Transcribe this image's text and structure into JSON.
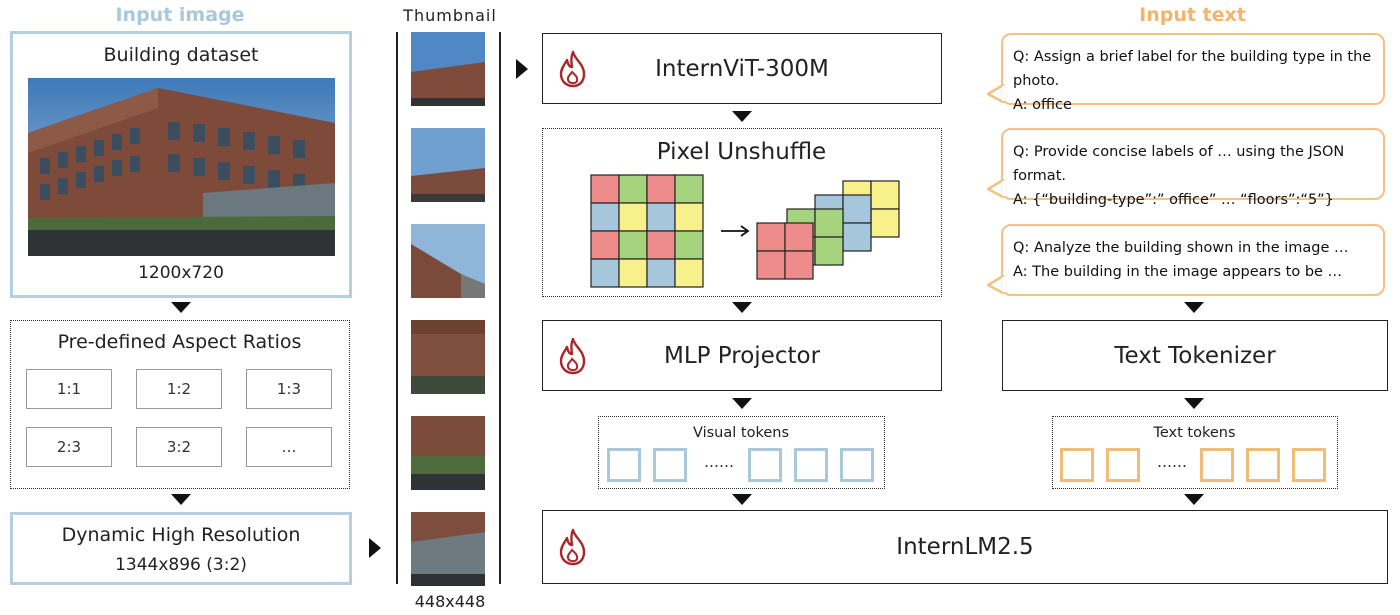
{
  "headers": {
    "input_image": "Input image",
    "thumbnail": "Thumbnail",
    "input_text": "Input text"
  },
  "input_image": {
    "dataset_label": "Building dataset",
    "size": "1200x720"
  },
  "aspect_ratios": {
    "title": "Pre-defined Aspect Ratios",
    "items": [
      "1:1",
      "1:2",
      "1:3",
      "2:3",
      "3:2",
      "…"
    ]
  },
  "dynamic_res": {
    "title": "Dynamic High Resolution",
    "size": "1344x896 (3:2)"
  },
  "thumb_size": "448x448",
  "pipeline": {
    "vit": "InternViT-300M",
    "unshuffle": "Pixel Unshuffle",
    "mlp": "MLP Projector",
    "llm": "InternLM2.5",
    "tokenizer": "Text Tokenizer",
    "visual_tokens": "Visual tokens",
    "text_tokens": "Text tokens",
    "ellipsis": "……"
  },
  "qa": [
    {
      "q": "Q: Assign a brief label for the building type in the photo.",
      "a": "A: office"
    },
    {
      "q": "Q: Provide concise labels of … using the JSON format.",
      "a": "A: {“building-type”:” office” … “floors”:“5”}"
    },
    {
      "q": "Q: Analyze the building shown in the image …",
      "a": "A: The building in the image appears to be …"
    }
  ],
  "colors": {
    "accent_blue": "#b3cfe0",
    "accent_orange": "#f5c084",
    "grid_red": "#ee8c8c",
    "grid_green": "#a6d47e",
    "grid_blue": "#a6c6dc",
    "grid_yellow": "#f8f08a",
    "flame": "#a8282a"
  }
}
